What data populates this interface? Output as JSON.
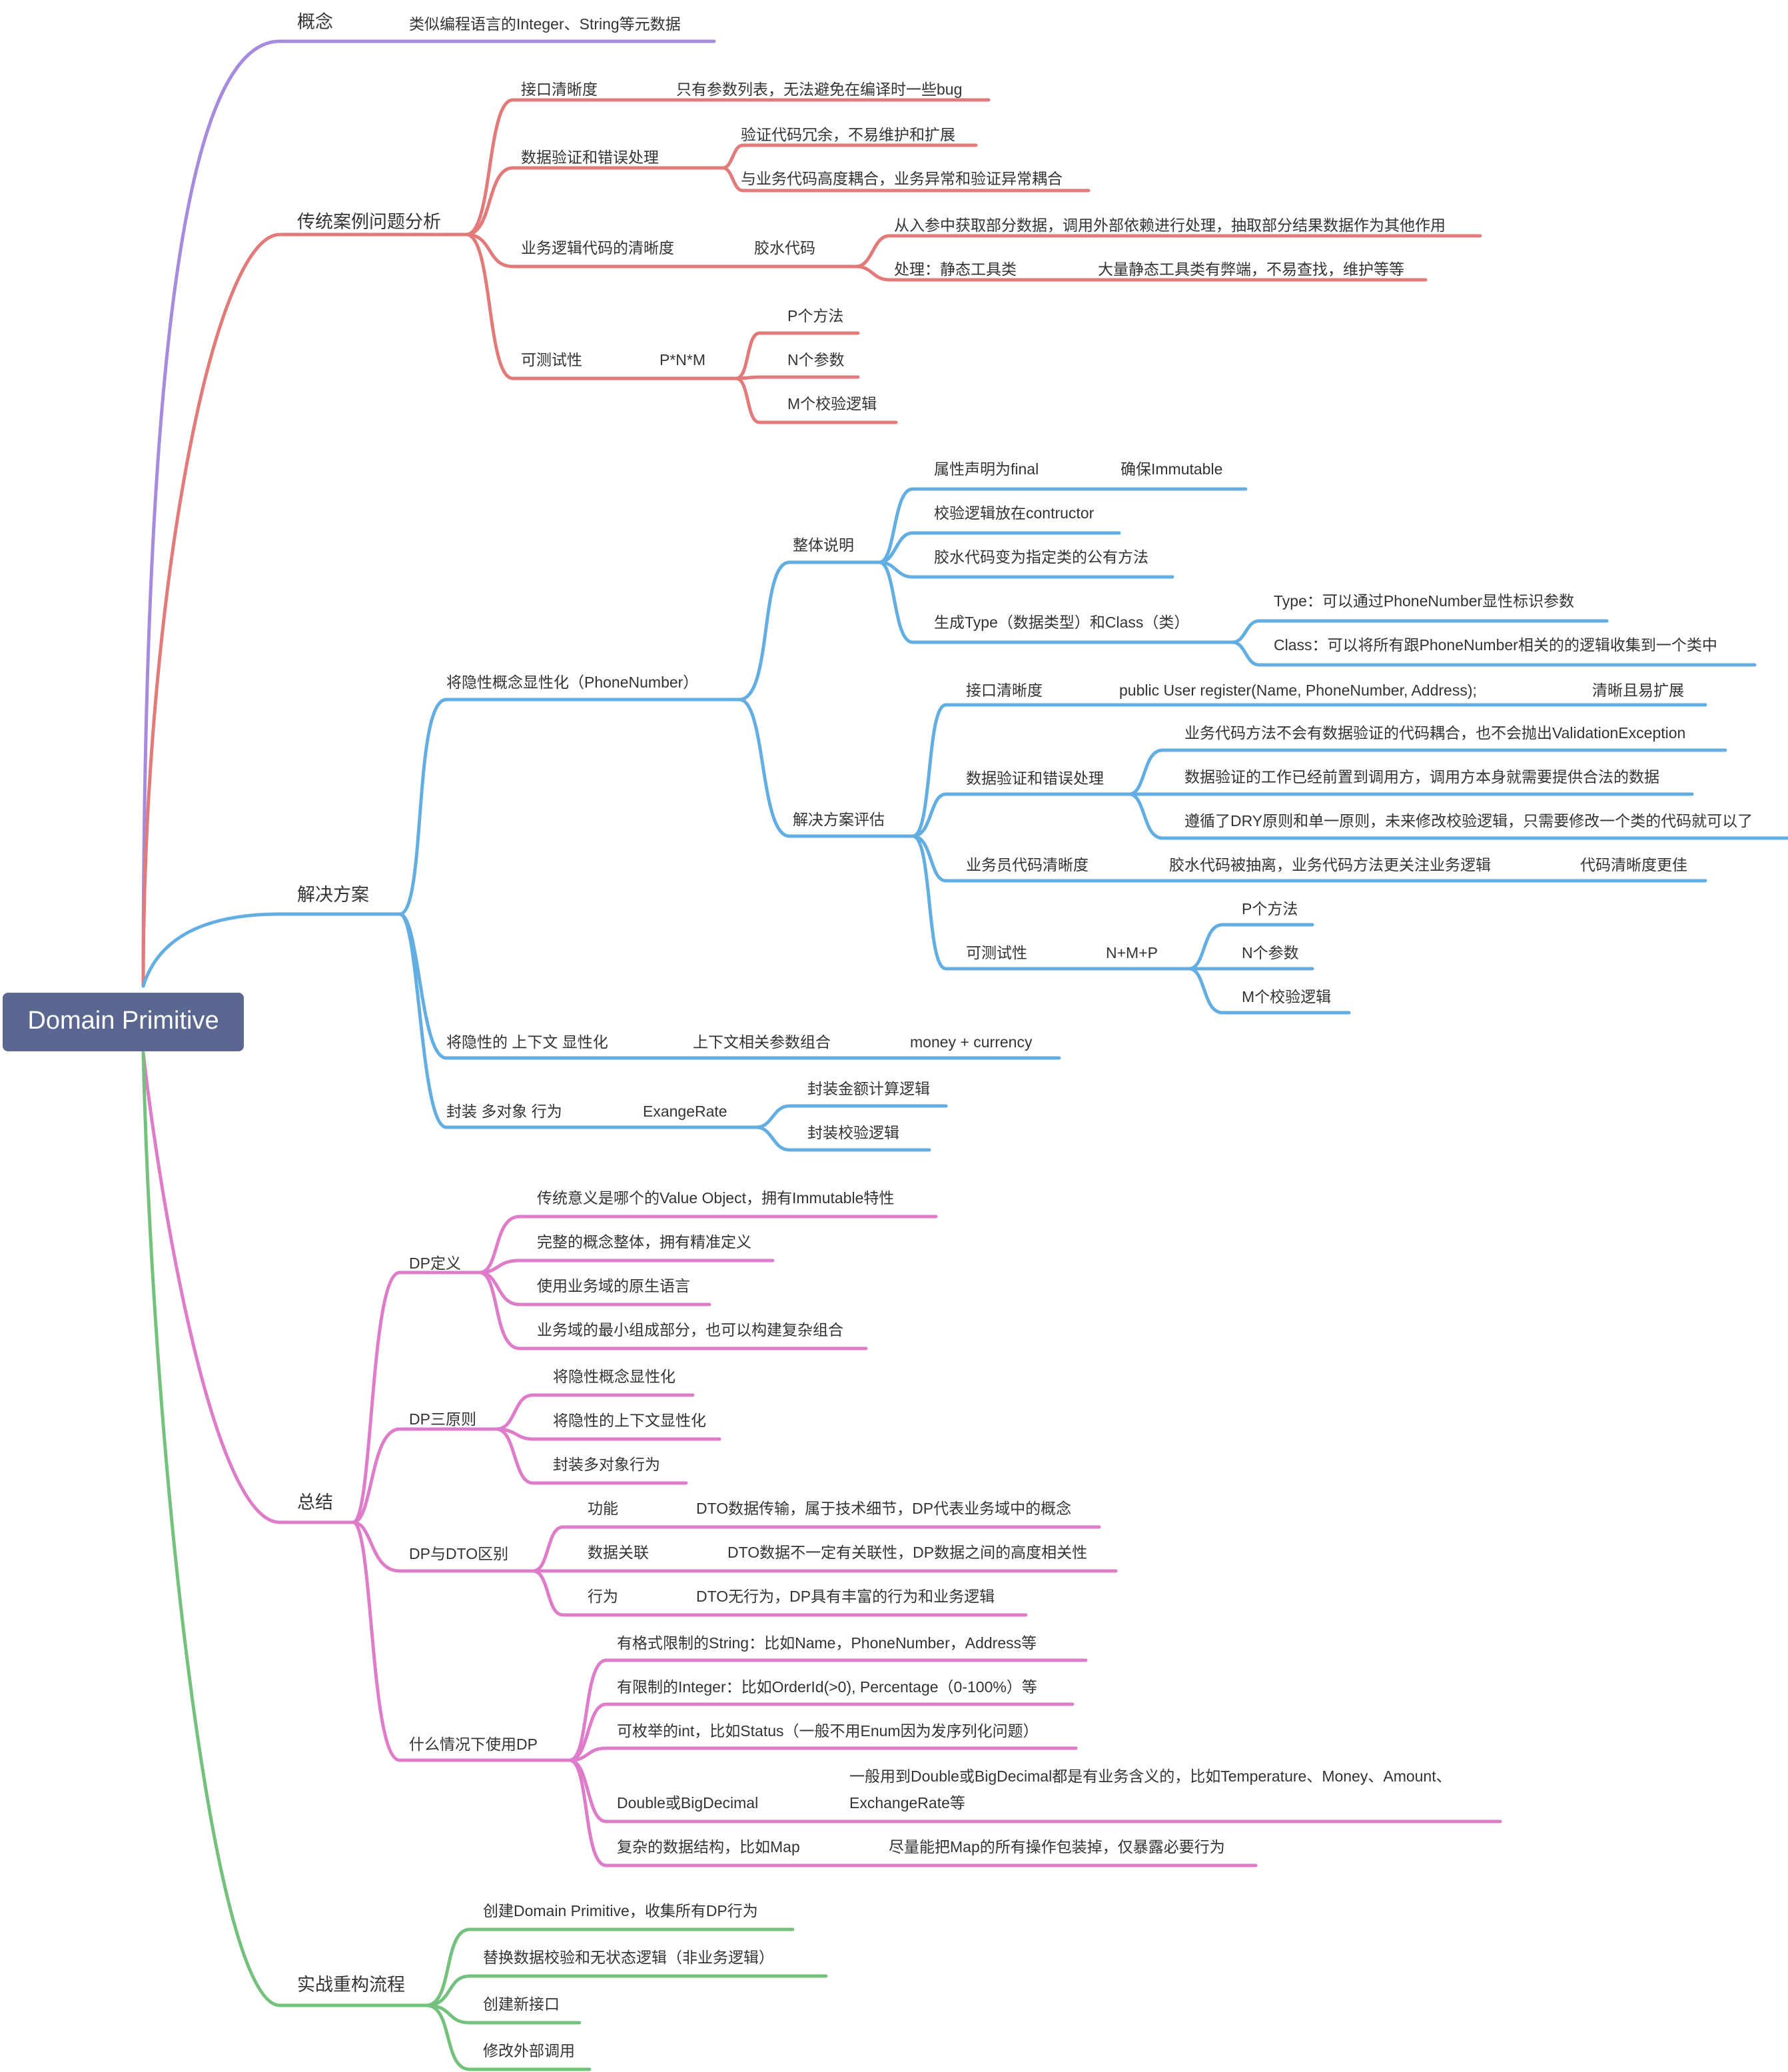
{
  "root": {
    "label": "Domain Primitive",
    "color": "#5a6791"
  },
  "colors": {
    "purple": "#a58ade",
    "red": "#e27a7a",
    "blue": "#62ade1",
    "pink": "#de7cc9",
    "green": "#74c07d"
  },
  "branches": {
    "concept": {
      "label": "概念",
      "desc": "类似编程语言的Integer、String等元数据"
    },
    "traditional": {
      "label": "传统案例问题分析",
      "interface": {
        "label": "接口清晰度",
        "desc": "只有参数列表，无法避免在编译时一些bug"
      },
      "validation": {
        "label": "数据验证和错误处理",
        "items": [
          "验证代码冗余，不易维护和扩展",
          "与业务代码高度耦合，业务异常和验证异常耦合"
        ]
      },
      "business": {
        "label": "业务逻辑代码的清晰度",
        "glue": "胶水代码",
        "items": [
          "从入参中获取部分数据，调用外部依赖进行处理，抽取部分结果数据作为其他作用",
          "处理：静态工具类"
        ],
        "static_note": "大量静态工具类有弊端，不易查找，维护等等"
      },
      "testability": {
        "label": "可测试性",
        "formula": "P*N*M",
        "items": [
          "P个方法",
          "N个参数",
          "M个校验逻辑"
        ]
      }
    },
    "solution": {
      "label": "解决方案",
      "explicit": {
        "label": "将隐性概念显性化（PhoneNumber）",
        "overall": {
          "label": "整体说明",
          "final_label": "属性声明为final",
          "immutable": "确保Immutable",
          "contructor": "校验逻辑放在contructor",
          "glue_public": "胶水代码变为指定类的公有方法",
          "gen_type": "生成Type（数据类型）和Class（类）",
          "type_desc": "Type：可以通过PhoneNumber显性标识参数",
          "class_desc": "Class：可以将所有跟PhoneNumber相关的的逻辑收集到一个类中"
        },
        "evaluation": {
          "label": "解决方案评估",
          "interface": "接口清晰度",
          "interface_code": "public User register(Name, PhoneNumber, Address);",
          "interface_result": "清晰且易扩展",
          "validation": "数据验证和错误处理",
          "validation_items": [
            "业务代码方法不会有数据验证的代码耦合，也不会抛出ValidationException",
            "数据验证的工作已经前置到调用方，调用方本身就需要提供合法的数据",
            "遵循了DRY原则和单一原则，未来修改校验逻辑，只需要修改一个类的代码就可以了"
          ],
          "business": "业务员代码清晰度",
          "business_desc": "胶水代码被抽离，业务代码方法更关注业务逻辑",
          "business_result": "代码清晰度更佳",
          "testability": "可测试性",
          "formula": "N+M+P",
          "test_items": [
            "P个方法",
            "N个参数",
            "M个校验逻辑"
          ]
        }
      },
      "context": {
        "label": "将隐性的 上下文 显性化",
        "mid": "上下文相关参数组合",
        "leaf": "money + currency"
      },
      "multi": {
        "label": "封装 多对象 行为",
        "mid": "ExangeRate",
        "items": [
          "封装金额计算逻辑",
          "封装校验逻辑"
        ]
      }
    },
    "summary": {
      "label": "总结",
      "definition": {
        "label": "DP定义",
        "items": [
          "传统意义是哪个的Value Object，拥有Immutable特性",
          "完整的概念整体，拥有精准定义",
          "使用业务域的原生语言",
          "业务域的最小组成部分，也可以构建复杂组合"
        ]
      },
      "principles": {
        "label": "DP三原则",
        "items": [
          "将隐性概念显性化",
          "将隐性的上下文显性化",
          "封装多对象行为"
        ]
      },
      "dto": {
        "label": "DP与DTO区别",
        "rows": [
          {
            "key": "功能",
            "value": "DTO数据传输，属于技术细节，DP代表业务域中的概念"
          },
          {
            "key": "数据关联",
            "value": "DTO数据不一定有关联性，DP数据之间的高度相关性"
          },
          {
            "key": "行为",
            "value": "DTO无行为，DP具有丰富的行为和业务逻辑"
          }
        ]
      },
      "when": {
        "label": "什么情况下使用DP",
        "items": [
          "有格式限制的String：比如Name，PhoneNumber，Address等",
          "有限制的Integer：比如OrderId(>0), Percentage（0-100%）等",
          "可枚举的int，比如Status（一般不用Enum因为发序列化问题）"
        ],
        "double": "Double或BigDecimal",
        "double_desc_1": "一般用到Double或BigDecimal都是有业务含义的，比如Temperature、Money、Amount、",
        "double_desc_2": "ExchangeRate等",
        "complex": "复杂的数据结构，比如Map",
        "complex_desc": "尽量能把Map的所有操作包装掉，仅暴露必要行为"
      }
    },
    "refactor": {
      "label": "实战重构流程",
      "items": [
        "创建Domain Primitive，收集所有DP行为",
        "替换数据校验和无状态逻辑（非业务逻辑）",
        "创建新接口",
        "修改外部调用"
      ]
    }
  }
}
